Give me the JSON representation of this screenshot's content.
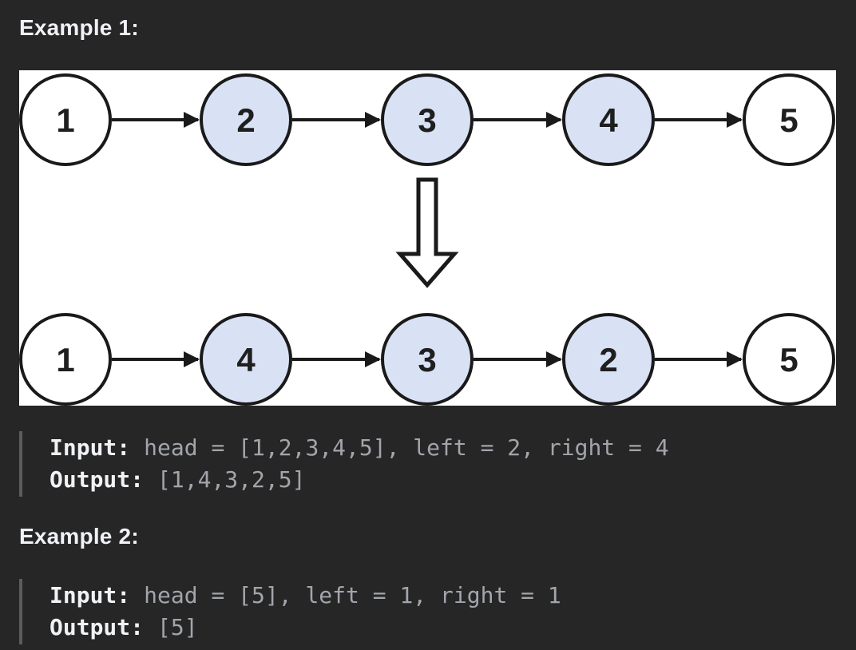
{
  "colors": {
    "background": "#262626",
    "panel": "#ffffff",
    "node_highlight": "#d9e2f5",
    "node_plain": "#ffffff",
    "node_stroke": "#1a1a1a",
    "arrow_stroke": "#1a1a1a",
    "heading_text": "#eff1f6",
    "code_label_text": "#f0f2f6",
    "code_value_text": "#a2a5ab",
    "code_border": "#5c5c5c"
  },
  "example1": {
    "heading": "Example 1:",
    "code": {
      "input_label": "Input:",
      "input_value": "head = [1,2,3,4,5], left = 2, right = 4",
      "output_label": "Output:",
      "output_value": "[1,4,3,2,5]"
    }
  },
  "example2": {
    "heading": "Example 2:",
    "code": {
      "input_label": "Input:",
      "input_value": "head = [5], left = 1, right = 1",
      "output_label": "Output:",
      "output_value": "[5]"
    }
  },
  "diagram": {
    "description": "singly linked list before and after reversing section, big down arrow between rows",
    "top_row": [
      {
        "value": "1",
        "highlighted": false
      },
      {
        "value": "2",
        "highlighted": true
      },
      {
        "value": "3",
        "highlighted": true
      },
      {
        "value": "4",
        "highlighted": true
      },
      {
        "value": "5",
        "highlighted": false
      }
    ],
    "bottom_row": [
      {
        "value": "1",
        "highlighted": false
      },
      {
        "value": "4",
        "highlighted": true
      },
      {
        "value": "3",
        "highlighted": true
      },
      {
        "value": "2",
        "highlighted": true
      },
      {
        "value": "5",
        "highlighted": false
      }
    ]
  }
}
